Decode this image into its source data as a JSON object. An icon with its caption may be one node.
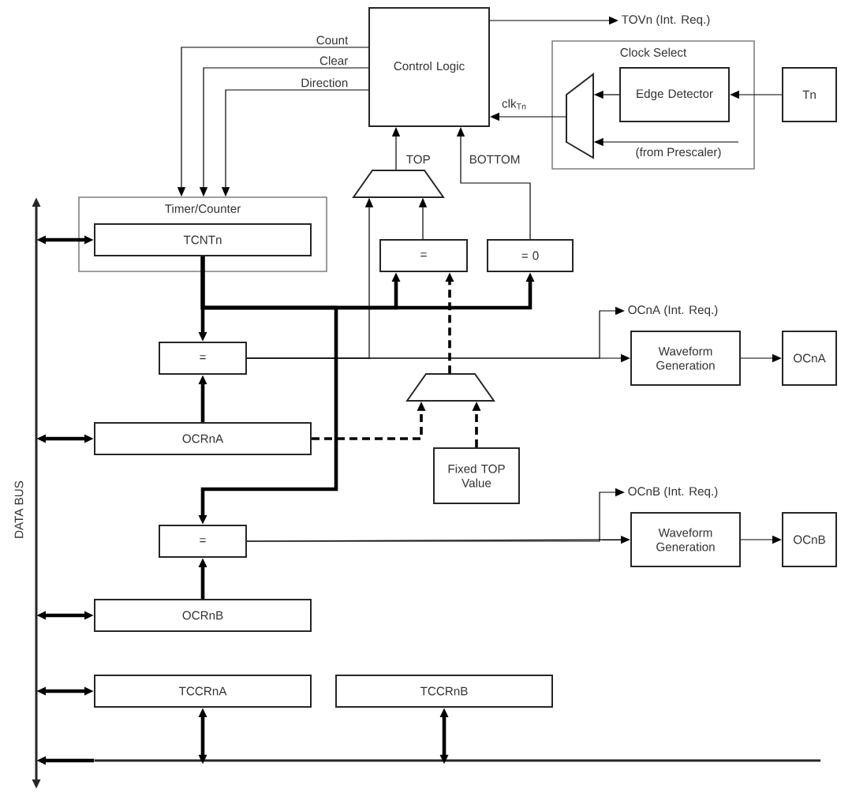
{
  "diagram": {
    "nodes": [
      {
        "text": [
          "Control Logic"
        ]
      },
      {
        "text": [
          "Clock Select"
        ]
      },
      {
        "text": [
          "Edge Detector"
        ],
        "in": 1
      },
      {
        "text": [
          "Tn"
        ]
      },
      {
        "text": [],
        "shape": "trapezoid",
        "in": 1
      },
      {
        "text": [
          "Timer/Counter"
        ]
      },
      {
        "text": [
          "TCNTn"
        ],
        "in": 5
      },
      {
        "text": [],
        "shape": "trapezoid"
      },
      {
        "text": [
          "="
        ]
      },
      {
        "text": [
          "= 0"
        ]
      },
      {
        "text": [
          "="
        ]
      },
      {
        "text": [
          "OCRnA"
        ]
      },
      {
        "text": [],
        "shape": "trapezoid"
      },
      {
        "text": [
          "Fixed TOP Value"
        ]
      },
      {
        "text": [
          "Waveform Generation"
        ]
      },
      {
        "text": [
          "OCnA"
        ]
      },
      {
        "text": [
          "="
        ]
      },
      {
        "text": [
          "Waveform Generation"
        ]
      },
      {
        "text": [
          "OCnB"
        ]
      },
      {
        "text": [
          "OCRnB"
        ]
      },
      {
        "text": [
          "TCCRnA"
        ]
      },
      {
        "text": [
          "TCCRnB"
        ]
      },
      {
        "text": [],
        "shape": "bar",
        "beside": [
          "DATA BUS"
        ]
      },
      {
        "text": [
          "TOVn (Int. Req.)"
        ]
      },
      {
        "text": [
          "OCnA (Int. Req.)"
        ]
      },
      {
        "text": [
          "OCnB (Int. Req.)"
        ]
      },
      {
        "text": [],
        "shape": "bar"
      }
    ],
    "edges": [
      {
        "from": 0,
        "to": 23,
        "arrow": "to"
      },
      {
        "from": 3,
        "to": 2,
        "arrow": "to"
      },
      {
        "from": 2,
        "to": 4,
        "arrow": "to"
      },
      {
        "from": null,
        "to": 4,
        "arrow": "to",
        "label": "(from Prescaler)"
      },
      {
        "from": 4,
        "to": 0,
        "arrow": "to",
        "label": "clk$_{Tn}$"
      },
      {
        "from": 0,
        "to": 5,
        "arrow": "to",
        "label": "Count"
      },
      {
        "from": 0,
        "to": 5,
        "arrow": "to",
        "label": "Clear"
      },
      {
        "from": 0,
        "to": 5,
        "arrow": "to",
        "label": "Direction"
      },
      {
        "from": 7,
        "to": 0,
        "arrow": "to",
        "label": "TOP"
      },
      {
        "from": 9,
        "to": 0,
        "arrow": "to",
        "label": "BOTTOM"
      },
      {
        "from": 6,
        "to": 10,
        "arrow": "to",
        "style": "thick"
      },
      {
        "from": 6,
        "to": 8,
        "arrow": "to",
        "style": "thick"
      },
      {
        "from": 6,
        "to": 9,
        "arrow": "to",
        "style": "thick"
      },
      {
        "from": 6,
        "to": 16,
        "arrow": "to",
        "style": "thick"
      },
      {
        "from": 11,
        "to": 10,
        "arrow": "to",
        "style": "thick"
      },
      {
        "from": 11,
        "to": 12,
        "arrow": "to",
        "style": "dashed"
      },
      {
        "from": 13,
        "to": 12,
        "arrow": "to",
        "style": "dashed"
      },
      {
        "from": 12,
        "to": 8,
        "arrow": "to",
        "style": "dashed"
      },
      {
        "from": 8,
        "to": 7,
        "arrow": "to"
      },
      {
        "from": 10,
        "to": 7,
        "arrow": "to"
      },
      {
        "from": 10,
        "to": 14,
        "arrow": "to"
      },
      {
        "from": 10,
        "to": 24,
        "arrow": "to"
      },
      {
        "from": 14,
        "to": 15,
        "arrow": "to"
      },
      {
        "from": 16,
        "to": 17,
        "arrow": "to"
      },
      {
        "from": 16,
        "to": 25,
        "arrow": "to"
      },
      {
        "from": 17,
        "to": 18,
        "arrow": "to"
      },
      {
        "from": 19,
        "to": 16,
        "arrow": "to",
        "style": "thick"
      },
      {
        "from": 22,
        "to": 6,
        "arrow": "both",
        "style": "thick"
      },
      {
        "from": 22,
        "to": 11,
        "arrow": "both",
        "style": "thick"
      },
      {
        "from": 22,
        "to": 19,
        "arrow": "both",
        "style": "thick"
      },
      {
        "from": 22,
        "to": 20,
        "arrow": "both",
        "style": "thick"
      },
      {
        "from": 20,
        "to": 26,
        "arrow": "both",
        "style": "thick"
      },
      {
        "from": 21,
        "to": 26,
        "arrow": "both",
        "style": "thick"
      },
      {
        "from": 26,
        "to": 22,
        "arrow": "to",
        "style": "thick"
      }
    ]
  }
}
